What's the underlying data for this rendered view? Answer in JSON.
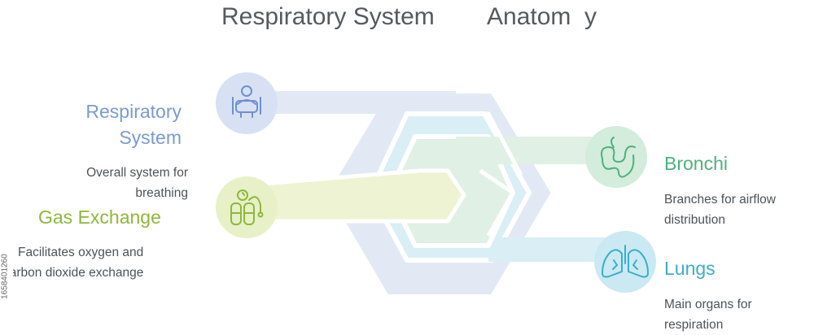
{
  "title": {
    "part1": "Respiratory System",
    "part2": "Anatom  y"
  },
  "watermark_id": "1658401260",
  "colors": {
    "blue": "#7a9bd4",
    "yellow_green": "#8db83a",
    "green": "#4cb37a",
    "cyan": "#3aaecb",
    "text": "#4e5357"
  },
  "items": [
    {
      "label": "Respiratory System",
      "label_line1": "Respiratory",
      "label_line2": "System",
      "desc_line1": "Overall system for",
      "desc_line2": "breathing",
      "icon": "people-icon"
    },
    {
      "label": "Gas Exchange",
      "desc_line1": "Facilitates oxygen and",
      "desc_line2": "carbon dioxide exchange",
      "icon": "gas-tank-icon"
    },
    {
      "label": "Bronchi",
      "desc_line1": "Branches for airflow",
      "desc_line2": "distribution",
      "icon": "bronchi-icon"
    },
    {
      "label": "Lungs",
      "desc_line1": "Main organs for",
      "desc_line2": "respiration",
      "icon": "lungs-icon"
    }
  ]
}
